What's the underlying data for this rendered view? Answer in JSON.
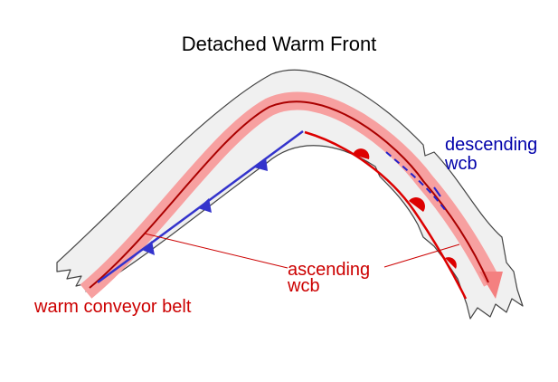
{
  "title": "Detached Warm Front",
  "labels": {
    "warm_conveyor_belt": "warm conveyor belt",
    "ascending_line1": "ascending",
    "ascending_line2": "wcb",
    "descending_line1": "descending",
    "descending_line2": "wcb"
  },
  "colors": {
    "cloud_fill": "#f0f0f0",
    "cloud_outline": "#444444",
    "conveyor_band": "#f7a0a0",
    "conveyor_line": "#aa0000",
    "warm_front": "#dd0000",
    "cold_front": "#3333cc",
    "label_red": "#cc0000",
    "label_blue": "#0000aa"
  }
}
